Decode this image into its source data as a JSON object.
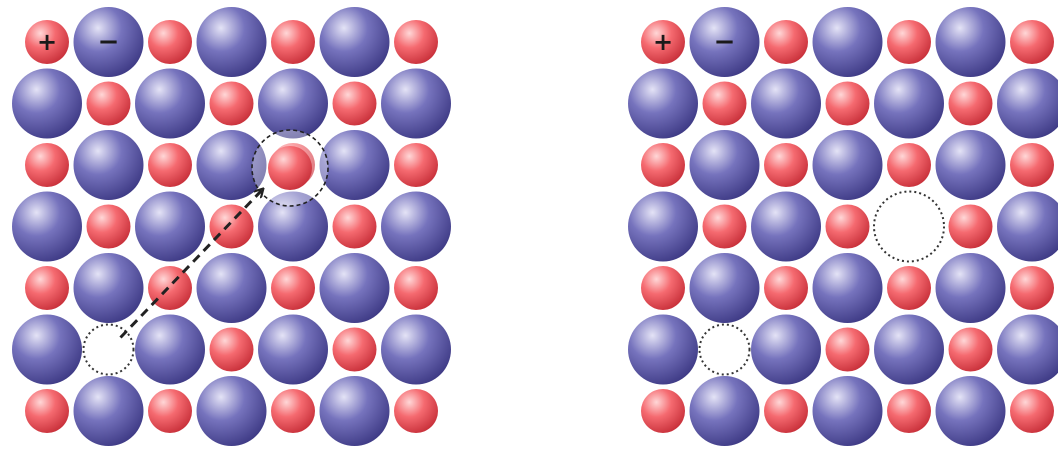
{
  "colors": {
    "cation": "#f0565e",
    "anion": "#5d5aa6",
    "background": "#ffffff",
    "vacancy_outline": "#333333",
    "arrow": "#222222"
  },
  "labels": {
    "cation_sign": "+",
    "anion_sign": "−"
  },
  "lattice": {
    "rows": 7,
    "cols": 7,
    "pattern": "checkerboard",
    "corner_ion": "cation"
  },
  "panels": [
    {
      "id": "before",
      "vacancy_sites": [
        [
          5,
          1
        ]
      ],
      "migrating_cation": {
        "from_site": [
          5,
          1
        ],
        "to_interstitial_near": [
          2,
          4
        ]
      },
      "show_arrow": true
    },
    {
      "id": "after",
      "vacancy_sites": [
        [
          5,
          1
        ],
        [
          3,
          4
        ]
      ]
    }
  ]
}
